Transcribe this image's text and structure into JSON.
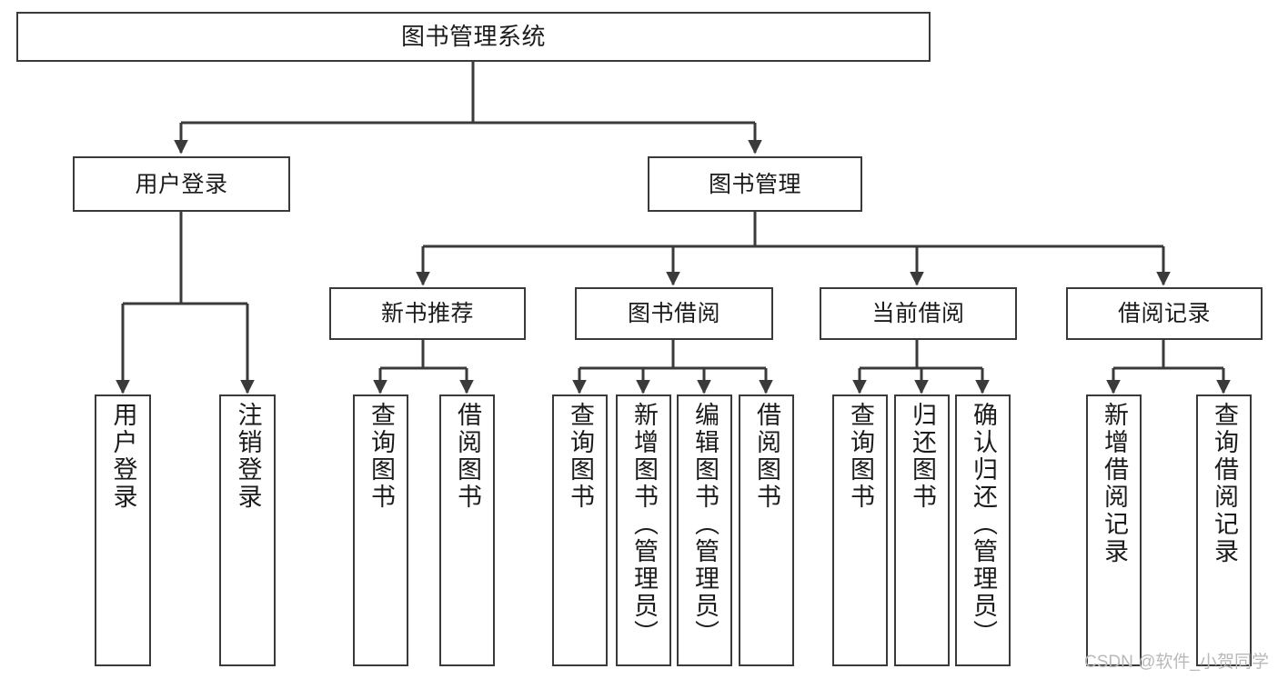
{
  "diagram": {
    "title": "图书管理系统",
    "type": "tree-hierarchy-diagram",
    "colors": {
      "stroke": "#3a3a3a",
      "fill": "#ffffff",
      "text": "#1b1b1b",
      "watermark": "#b9b9b9"
    },
    "root": {
      "label": "图书管理系统"
    },
    "level1": [
      {
        "id": "user-login",
        "label": "用户登录"
      },
      {
        "id": "book-management",
        "label": "图书管理"
      }
    ],
    "level2": [
      {
        "id": "new-book-recommend",
        "label": "新书推荐"
      },
      {
        "id": "book-borrow",
        "label": "图书借阅"
      },
      {
        "id": "current-borrow",
        "label": "当前借阅"
      },
      {
        "id": "borrow-record",
        "label": "借阅记录"
      }
    ],
    "leaves": {
      "user_login": [
        {
          "id": "leaf-user-login",
          "label": "用户登录"
        },
        {
          "id": "leaf-logout-login",
          "label": "注销登录"
        }
      ],
      "new_book_recommend": [
        {
          "id": "leaf-query-book-1",
          "label": "查询图书"
        },
        {
          "id": "leaf-borrow-book-1",
          "label": "借阅图书"
        }
      ],
      "book_borrow": [
        {
          "id": "leaf-query-book-2",
          "label": "查询图书"
        },
        {
          "id": "leaf-add-book",
          "label": "新增图书（管理员）"
        },
        {
          "id": "leaf-edit-book",
          "label": "编辑图书（管理员）"
        },
        {
          "id": "leaf-borrow-book-2",
          "label": "借阅图书"
        }
      ],
      "current_borrow": [
        {
          "id": "leaf-query-book-3",
          "label": "查询图书"
        },
        {
          "id": "leaf-return-book",
          "label": "归还图书"
        },
        {
          "id": "leaf-confirm-return",
          "label": "确认归还（管理员）"
        }
      ],
      "borrow_record": [
        {
          "id": "leaf-add-record",
          "label": "新增借阅记录"
        },
        {
          "id": "leaf-query-record",
          "label": "查询借阅记录"
        }
      ]
    },
    "watermark": "CSDN @软件_小贺同学"
  }
}
